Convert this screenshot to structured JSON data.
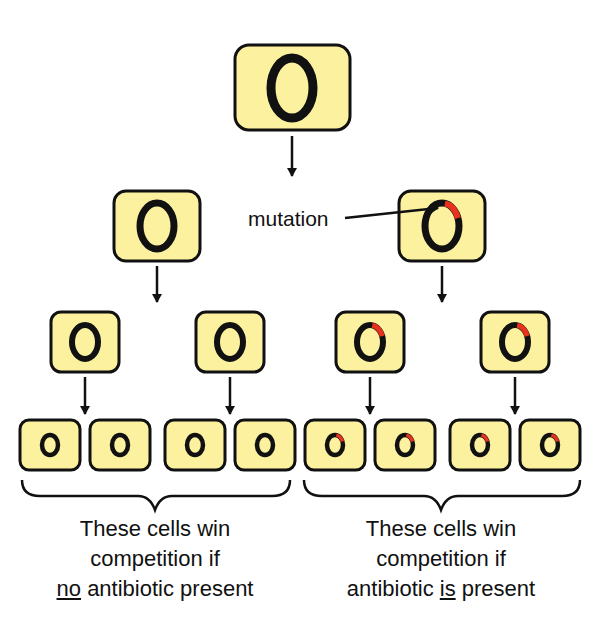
{
  "diagram": {
    "labels": [
      "mutation",
      "These cells win competition if no antibiotic present",
      "These cells win competition if antibiotic is present"
    ]
  }
}
